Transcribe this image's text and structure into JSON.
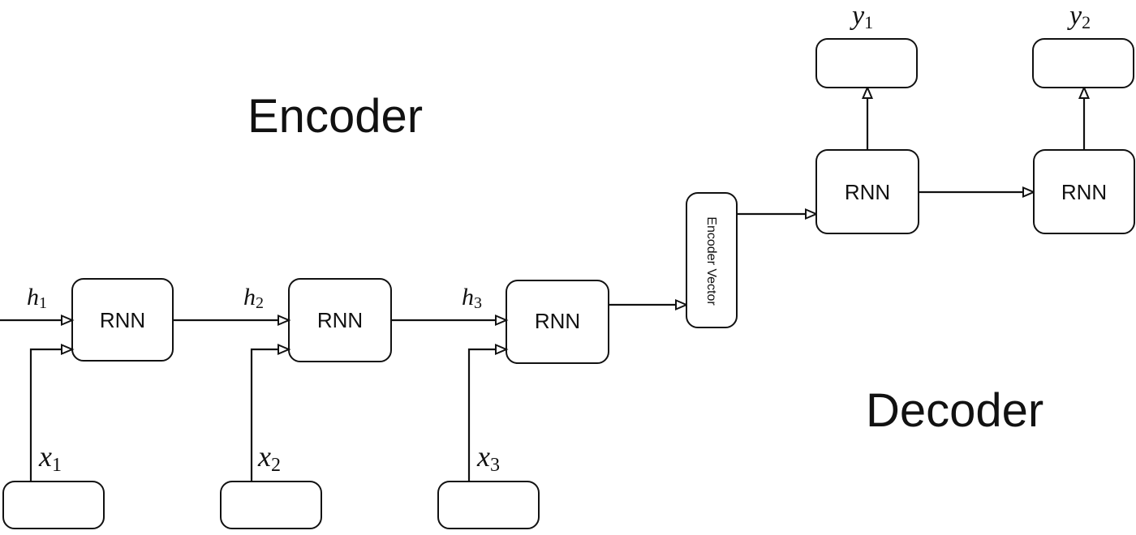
{
  "diagram": {
    "encoder_title": "Encoder",
    "decoder_title": "Decoder",
    "encoder_vector_label": "Encoder Vector",
    "encoder_cells": [
      {
        "label": "RNN",
        "hidden_var": "h",
        "hidden_sub": "1",
        "input_var": "x",
        "input_sub": "1"
      },
      {
        "label": "RNN",
        "hidden_var": "h",
        "hidden_sub": "2",
        "input_var": "x",
        "input_sub": "2"
      },
      {
        "label": "RNN",
        "hidden_var": "h",
        "hidden_sub": "3",
        "input_var": "x",
        "input_sub": "3"
      }
    ],
    "decoder_cells": [
      {
        "label": "RNN",
        "output_var": "y",
        "output_sub": "1"
      },
      {
        "label": "RNN",
        "output_var": "y",
        "output_sub": "2"
      }
    ]
  }
}
